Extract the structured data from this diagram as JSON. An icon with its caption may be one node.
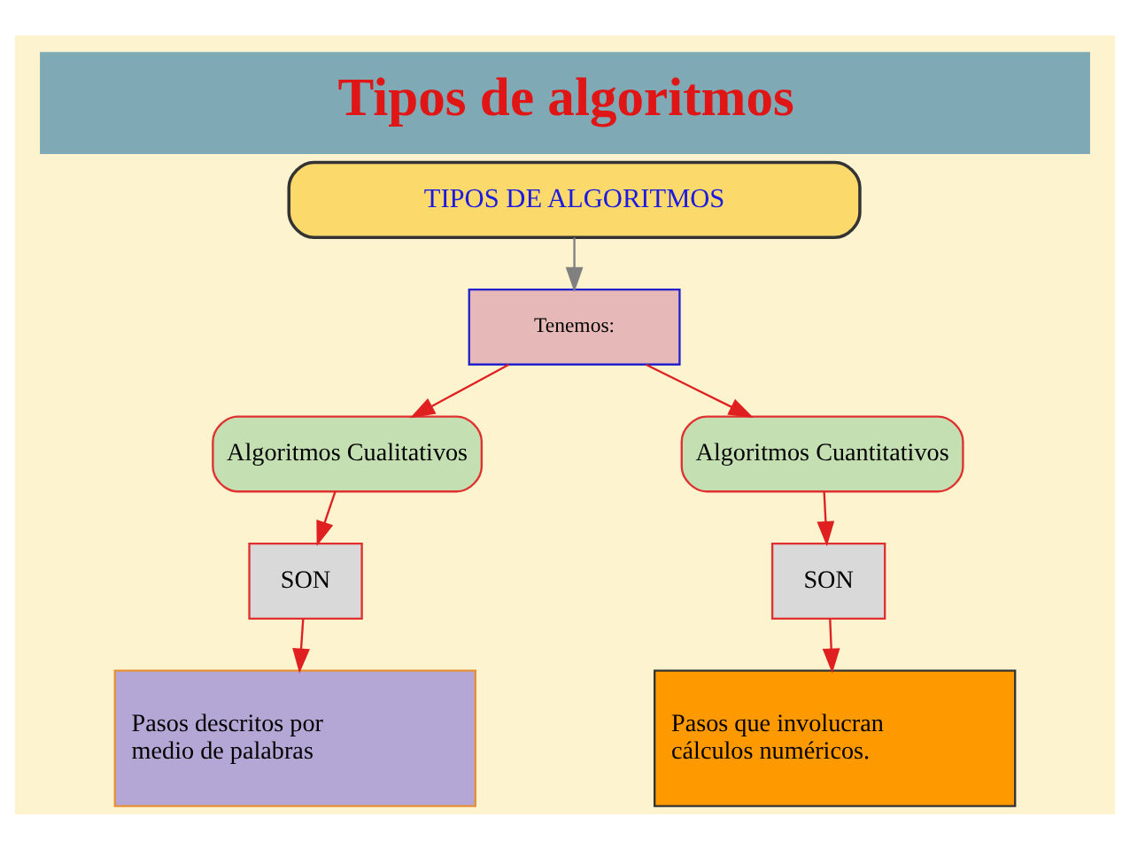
{
  "diagram": {
    "title": "Tipos de algoritmos",
    "nodes": [
      {
        "text": [
          "TIPOS DE ALGORITMOS"
        ]
      },
      {
        "text": [
          "Tenemos:"
        ]
      },
      {
        "text": [
          "Algoritmos Cualitativos"
        ]
      },
      {
        "text": [
          "Algoritmos Cuantitativos"
        ]
      },
      {
        "text": [
          "SON"
        ]
      },
      {
        "text": [
          "SON"
        ]
      },
      {
        "text": [
          "Pasos descritos por medio de palabras"
        ]
      },
      {
        "text": [
          "Pasos que involucran cálculos numéricos."
        ]
      }
    ],
    "edges": [
      {
        "from": 0,
        "to": 1,
        "arrow": "to",
        "color": "#808080"
      },
      {
        "from": 1,
        "to": 2,
        "arrow": "to"
      },
      {
        "from": 1,
        "to": 3,
        "arrow": "to"
      },
      {
        "from": 2,
        "to": 4,
        "arrow": "to"
      },
      {
        "from": 4,
        "to": 6,
        "arrow": "to"
      },
      {
        "from": 3,
        "to": 5,
        "arrow": "to"
      },
      {
        "from": 5,
        "to": 7,
        "arrow": "to"
      }
    ]
  }
}
